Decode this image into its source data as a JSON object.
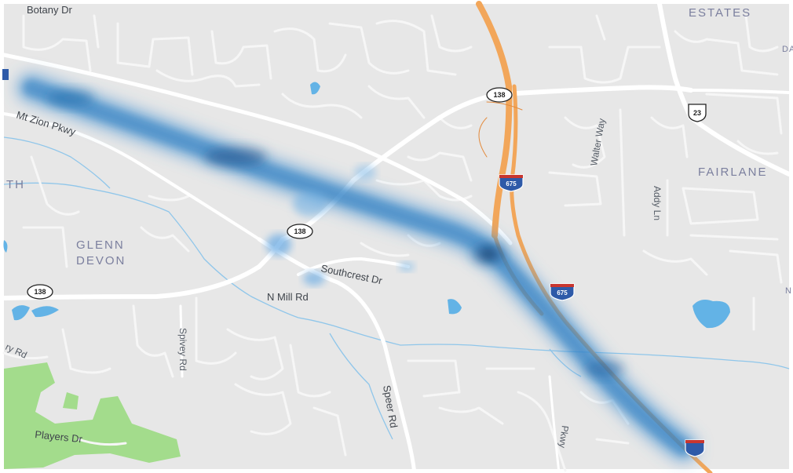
{
  "places": {
    "glenn_devon_line1": "GLENN",
    "glenn_devon_line2": "DEVON",
    "fairlane": "FAIRLANE",
    "estates": "ESTATES",
    "th_fragment": "TH",
    "right_edge_da": "DA",
    "right_edge_n": "N"
  },
  "streets": {
    "botany": "Botany Dr",
    "mt_zion": "Mt Zion Pkwy",
    "n_mill": "N Mill Rd",
    "southcrest": "Southcrest Dr",
    "speer": "Speer Rd",
    "spivey": "Spivey Rd",
    "walter": "Walter Way",
    "addy": "Addy Ln",
    "players": "Players Dr",
    "ry_fragment": "ry Rd",
    "pkwy_fragment": "Pkwy"
  },
  "shields": {
    "sr138": "138",
    "us23": "23",
    "i675": "675"
  },
  "colors": {
    "background": "#e7e7e7",
    "road": "#ffffff",
    "minor_road": "#f4f4f4",
    "highway": "#f2a65a",
    "water": "#63b3e6",
    "park": "#a3dc8c",
    "heatmap": "#2f7fc1",
    "heatmap_core": "#0d2c55"
  }
}
